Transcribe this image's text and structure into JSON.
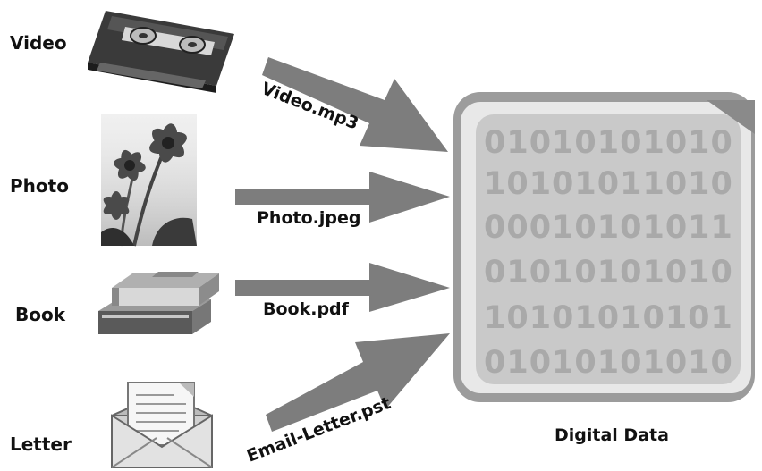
{
  "sources": [
    {
      "label": "Video",
      "icon": "videotape-icon",
      "file": "Video.mp3"
    },
    {
      "label": "Photo",
      "icon": "flower-photo-icon",
      "file": "Photo.jpeg"
    },
    {
      "label": "Book",
      "icon": "books-icon",
      "file": "Book.pdf"
    },
    {
      "label": "Letter",
      "icon": "envelope-letter-icon",
      "file": "Email-Letter.pst"
    }
  ],
  "target": {
    "label": "Digital Data",
    "binary_rows": [
      "01010101010",
      "10101011010",
      "00010101011",
      "01010101010",
      "10101010101",
      "01010101010"
    ]
  },
  "colors": {
    "arrow": "#7d7d7d",
    "frame_outer": "#9c9c9c",
    "frame_inner": "#e8e8e8",
    "screen": "#c9c9c9",
    "bits": "#a9a9a9"
  }
}
